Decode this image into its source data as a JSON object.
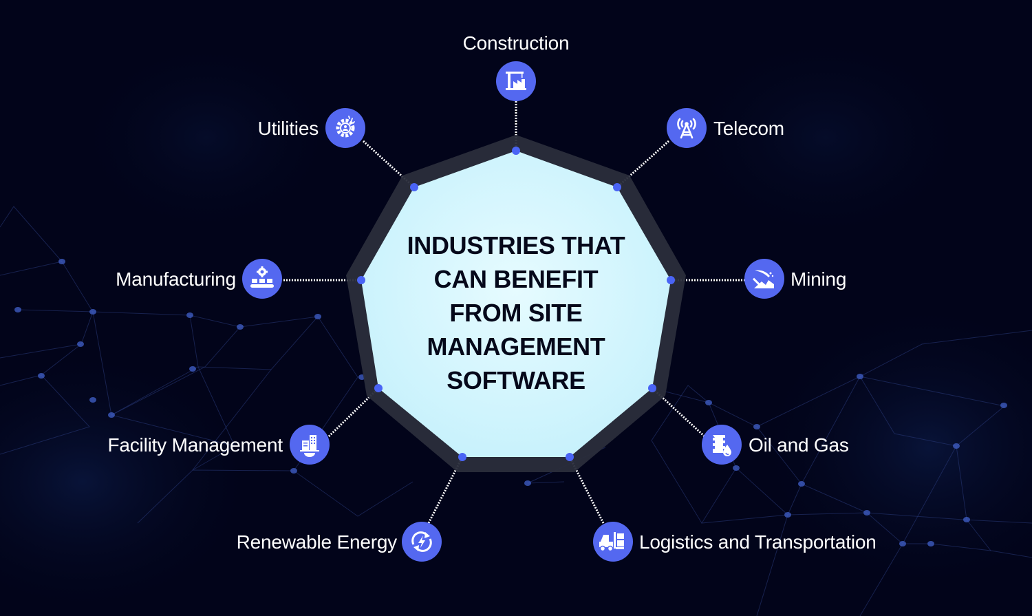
{
  "title": "INDUSTRIES THAT CAN BENEFIT FROM SITE MANAGEMENT SOFTWARE",
  "title_lines": [
    "INDUSTRIES THAT",
    "CAN BENEFIT",
    "FROM SITE",
    "MANAGEMENT",
    "SOFTWARE"
  ],
  "colors": {
    "background": "#02041a",
    "center_fill": "#cdf4fd",
    "ring": "#2c2e3c",
    "accent": "#5468f0",
    "dot": "#4a64f5",
    "text": "#ffffff",
    "title_text": "#05081a"
  },
  "industries": [
    {
      "label": "Construction",
      "icon": "crane-construction-icon"
    },
    {
      "label": "Telecom",
      "icon": "radio-tower-icon"
    },
    {
      "label": "Mining",
      "icon": "pickaxe-mining-icon"
    },
    {
      "label": "Oil and Gas",
      "icon": "oil-barrel-drop-icon"
    },
    {
      "label": "Logistics and Transportation",
      "icon": "forklift-icon"
    },
    {
      "label": "Renewable Energy",
      "icon": "renewable-energy-cycle-icon"
    },
    {
      "label": "Facility Management",
      "icon": "building-gear-icon"
    },
    {
      "label": "Manufacturing",
      "icon": "conveyor-gear-icon"
    },
    {
      "label": "Utilities",
      "icon": "gear-user-icon"
    }
  ]
}
